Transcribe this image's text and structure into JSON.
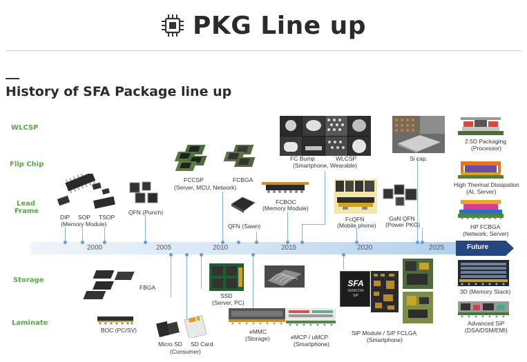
{
  "header": {
    "title": "PKG Line up",
    "icon": "chip-icon"
  },
  "section": {
    "title": "History of SFA Package line up"
  },
  "categories": {
    "wlcsp": "WLCSP",
    "flip_chip": "Flip  Chip",
    "lead_frame_1": "Lead",
    "lead_frame_2": "Frame",
    "storage": "Storage",
    "laminate": "Laminate"
  },
  "timeline": {
    "years": [
      "2000",
      "2005",
      "2010",
      "2015",
      "2020",
      "2025"
    ],
    "future": "Future"
  },
  "packages": {
    "dip": "DIP",
    "sop": "SOP",
    "memory_module": "(Memory Module)",
    "tsop": "TSOP",
    "qfn_punch": "QFN (Punch)",
    "fccsp": "FCCSP",
    "fccsp_sub": "(Server, MCU, Network)",
    "fcbga": "FCBGA",
    "qfn_sawn": "QFN (Sawn)",
    "fcboc": "FCBOC",
    "fcboc_sub": "(Memory Module)",
    "fc_bump": "FC Bump",
    "wlcsp_item": "WLCSP",
    "fcbump_sub": "(Smartphone, Wearable)",
    "fcqfn": "FcQFN",
    "fcqfn_sub": "(Mobile phone)",
    "gan_qfn": "GaN QFN",
    "gan_qfn_sub": "(Power PKG)",
    "si_cap": "Si cap.",
    "pkg_25d": "2.5D Packaging",
    "pkg_25d_sub": "(Processor)",
    "htd": "High Thermal Dissipation",
    "htd_sub": "(AI, Server)",
    "hp_fcbga": "HP FCBGA",
    "hp_fcbga_sub": "(Network, Server)",
    "fbga": "FBGA",
    "boc": "BOC (PC/SV)",
    "micro_sd": "Micro SD",
    "consumer": "(Consumer)",
    "sd_card": "SD Card",
    "ssd": "SSD",
    "ssd_sub": "(Server, PC)",
    "emmc": "eMMC",
    "emmc_sub": "(Storage)",
    "emcp": "eMCP / uMCP",
    "emcp_sub": "(Smartphone)",
    "sip": "SiP Module / SiP FCLGA",
    "sip_sub": "(Smartphone)",
    "sfa_logo_1": "SFA",
    "sfa_logo_2": "SEMICON",
    "sfa_logo_3": "SiP",
    "mem3d": "3D (Memory Stack)",
    "adv_sip": "Advanced SiP",
    "adv_sip_sub": "(DSA/DSM/EMI)"
  },
  "colors": {
    "category_green": "#5aa845",
    "timeline_navy": "#27457f",
    "connector_blue": "#7fb3df"
  }
}
